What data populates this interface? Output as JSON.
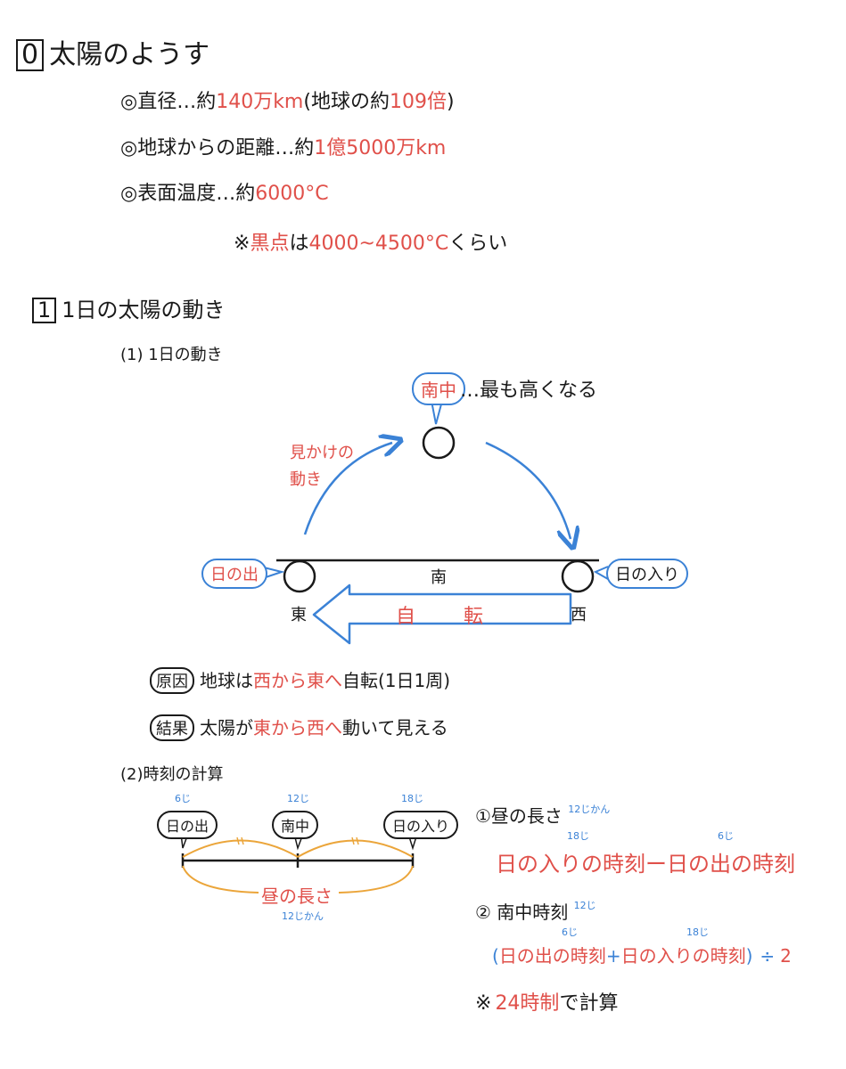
{
  "section0": {
    "number": "0",
    "title": "太陽のようす",
    "diameter": {
      "label": "◎直径…約",
      "value": "140万km",
      "paren_open": "(地球の約",
      "paren_value": "109倍",
      "paren_close": ")"
    },
    "distance": {
      "label": "◎地球からの距離…約",
      "value": "1億5000万km"
    },
    "temperature": {
      "label": "◎表面温度…約",
      "value": "6000°C"
    },
    "note": {
      "mark": "※",
      "term": "黒点",
      "mid": "は",
      "value": "4000~4500°C",
      "tail": "くらい"
    }
  },
  "section1": {
    "number": "1",
    "title": "1日の太陽の動き",
    "sub1": "(1) 1日の動き",
    "nanchu": "南中",
    "nanchu_desc": "…最も高くなる",
    "apparent_line1": "見かけの",
    "apparent_line2": "動き",
    "sunrise": "日の出",
    "sunset": "日の入り",
    "south": "南",
    "east": "東",
    "west": "西",
    "rotation_1": "自",
    "rotation_2": "転",
    "cause": {
      "badge": "原因",
      "pre": "地球は",
      "red": "西から東へ",
      "post": "自転(1日1周)"
    },
    "result": {
      "badge": "結果",
      "pre": "太陽が",
      "red": "東から西へ",
      "post": "動いて見える"
    }
  },
  "section2": {
    "sub2": "(2)時刻の計算",
    "sunrise": "日の出",
    "nanchu": "南中",
    "sunset": "日の入り",
    "time6": "6じ",
    "time12": "12じ",
    "time18": "18じ",
    "daylength": "昼の長さ",
    "daylength_hours": "12じかん",
    "item1_title": "①昼の長さ",
    "item1_hours": "12じかん",
    "item1_formula_a": "日の入りの時刻",
    "item1_minus": "ー",
    "item1_formula_b": "日の出の時刻",
    "item1_time18": "18じ",
    "item1_time6": "6じ",
    "item2_title": "② 南中時刻",
    "item2_hours": "12じ",
    "item2_open": "(",
    "item2_a": "日の出の時刻",
    "item2_plus": "+",
    "item2_b": "日の入りの時刻",
    "item2_close": ")",
    "item2_div": "÷",
    "item2_two": "2",
    "item2_time6": "6じ",
    "item2_time18": "18じ",
    "note_mark": "※",
    "note_red": "24時制",
    "note_tail": "で計算"
  },
  "colors": {
    "red": "#e0504a",
    "blue": "#3b82d6",
    "orange": "#eba53a",
    "ink": "#1a1a1a"
  }
}
